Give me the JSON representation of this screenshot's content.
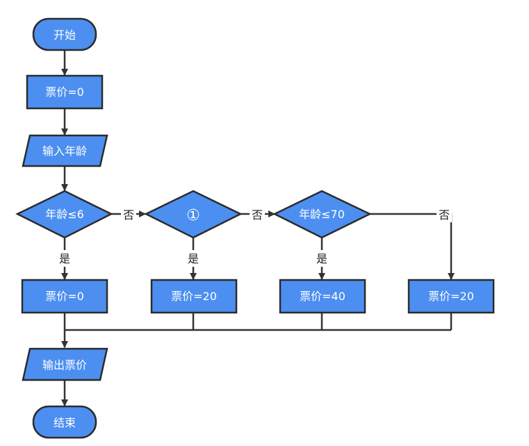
{
  "diagram": {
    "nodes": {
      "start": "开始",
      "init_price": "票价=0",
      "input_age": "输入年龄",
      "cond_age_6": "年龄≤6",
      "cond_1": "①",
      "cond_age_70": "年龄≤70",
      "price_0": "票价=0",
      "price_20_a": "票价=20",
      "price_40": "票价=40",
      "price_20_b": "票价=20",
      "output_price": "输出票价",
      "end": "结束"
    },
    "edge_labels": {
      "no_1": "否",
      "no_2": "否",
      "no_3": "否",
      "yes_1": "是",
      "yes_2": "是",
      "yes_3": "是"
    },
    "colors": {
      "fill": "#4c8ff0",
      "stroke": "#2b2b2b",
      "line": "#333333"
    }
  }
}
